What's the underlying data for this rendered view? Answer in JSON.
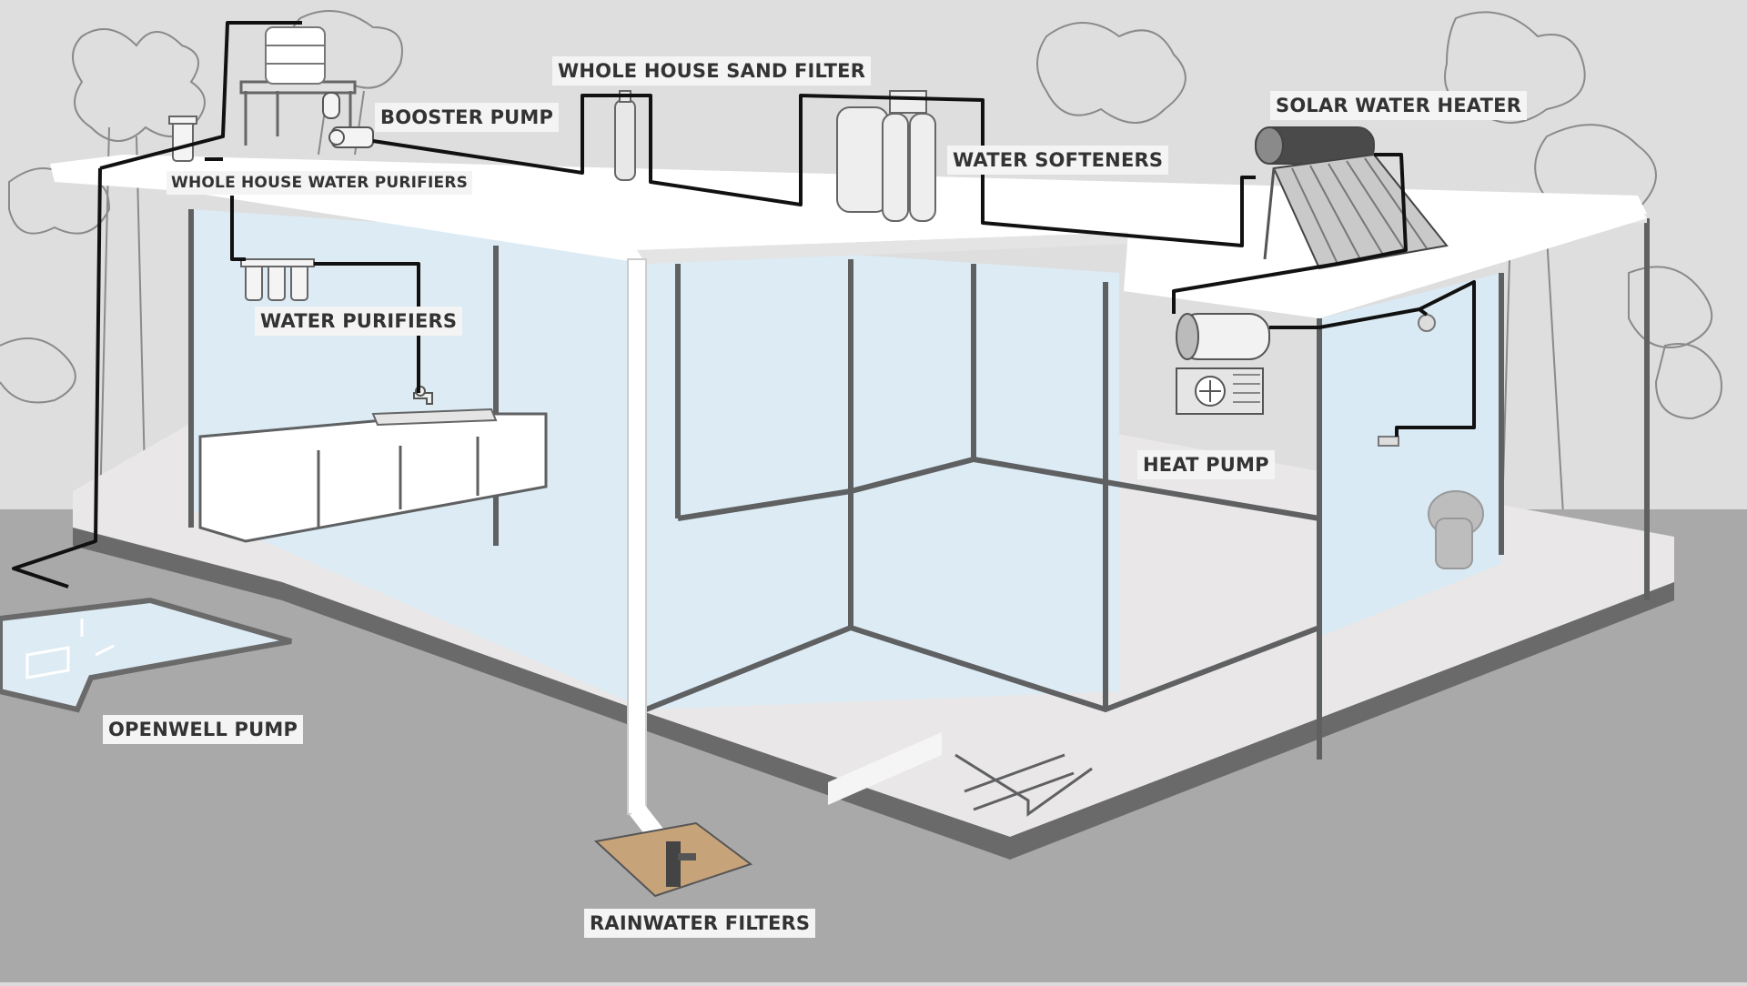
{
  "labels": {
    "whole_house_sand_filter": "WHOLE HOUSE SAND FILTER",
    "booster_pump": "BOOSTER PUMP",
    "whole_house_water_purifiers": "WHOLE HOUSE WATER PURIFIERS",
    "water_softeners": "WATER SOFTENERS",
    "solar_water_heater": "SOLAR WATER HEATER",
    "water_purifiers": "WATER PURIFIERS",
    "heat_pump": "HEAT PUMP",
    "openwell_pump": "OPENWELL PUMP",
    "rainwater_filters": "RAINWATER FILTERS"
  },
  "colors": {
    "ground": "#a9a9a9",
    "sky": "#dedede",
    "glass": "#dcebf4",
    "frame": "#5f6062",
    "pipe": "#111111",
    "slab": "#ffffff"
  }
}
